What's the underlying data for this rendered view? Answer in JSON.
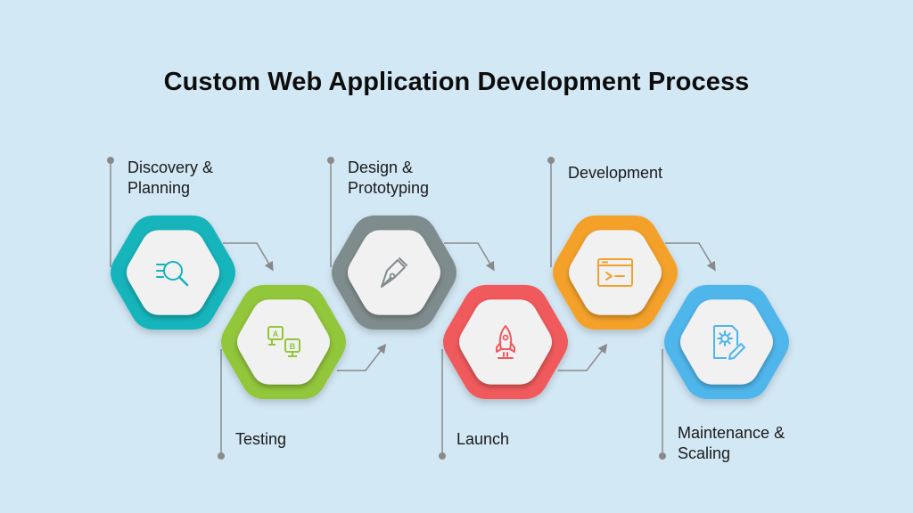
{
  "title": "Custom Web Application Development Process",
  "steps": [
    {
      "label_lines": [
        "Discovery &",
        "Planning"
      ],
      "color": "#14b4bb",
      "icon": "magnifier-list-icon"
    },
    {
      "label_lines": [
        "Testing"
      ],
      "color": "#92c63a",
      "icon": "ab-test-icon"
    },
    {
      "label_lines": [
        "Design &",
        "Prototyping"
      ],
      "color": "#7f8c8d",
      "icon": "pen-nib-icon"
    },
    {
      "label_lines": [
        "Launch"
      ],
      "color": "#f05a5c",
      "icon": "rocket-icon"
    },
    {
      "label_lines": [
        "Development"
      ],
      "color": "#f4a12b",
      "icon": "code-window-icon"
    },
    {
      "label_lines": [
        "Maintenance &",
        "Scaling"
      ],
      "color": "#4fb6ec",
      "icon": "gear-document-icon"
    }
  ],
  "colors": {
    "background": "#d3e8f5",
    "hex_inner": "#f1f1f1",
    "connector": "#8a8a8a"
  }
}
